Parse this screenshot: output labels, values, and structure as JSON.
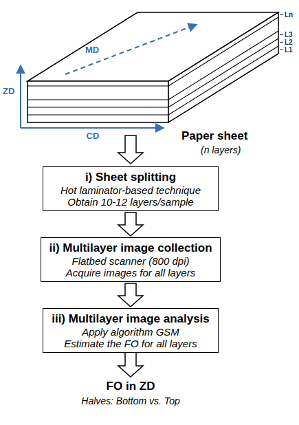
{
  "diagram": {
    "nodes": [
      {
        "text": [
          "i) Sheet splitting",
          "Hot laminator-based technique",
          "Obtain 10-12 layers/sample"
        ]
      },
      {
        "text": [
          "ii) Multilayer image collection",
          "Flatbed scanner (800 dpi)",
          "Acquire images for all layers"
        ]
      },
      {
        "text": [
          "iii) Multilayer image analysis",
          "Apply algorithm GSM",
          "Estimate the FO for all layers"
        ]
      }
    ],
    "edges": [
      {
        "from": 0,
        "to": 1,
        "arrow": "to"
      },
      {
        "from": 1,
        "to": 2,
        "arrow": "to"
      }
    ],
    "labels": [
      "Ln",
      "L3",
      "L2",
      "L1",
      "MD",
      "ZD",
      "CD",
      "Paper sheet",
      "(n layers)",
      "FO in ZD",
      "Halves: Bottom vs. Top"
    ]
  }
}
